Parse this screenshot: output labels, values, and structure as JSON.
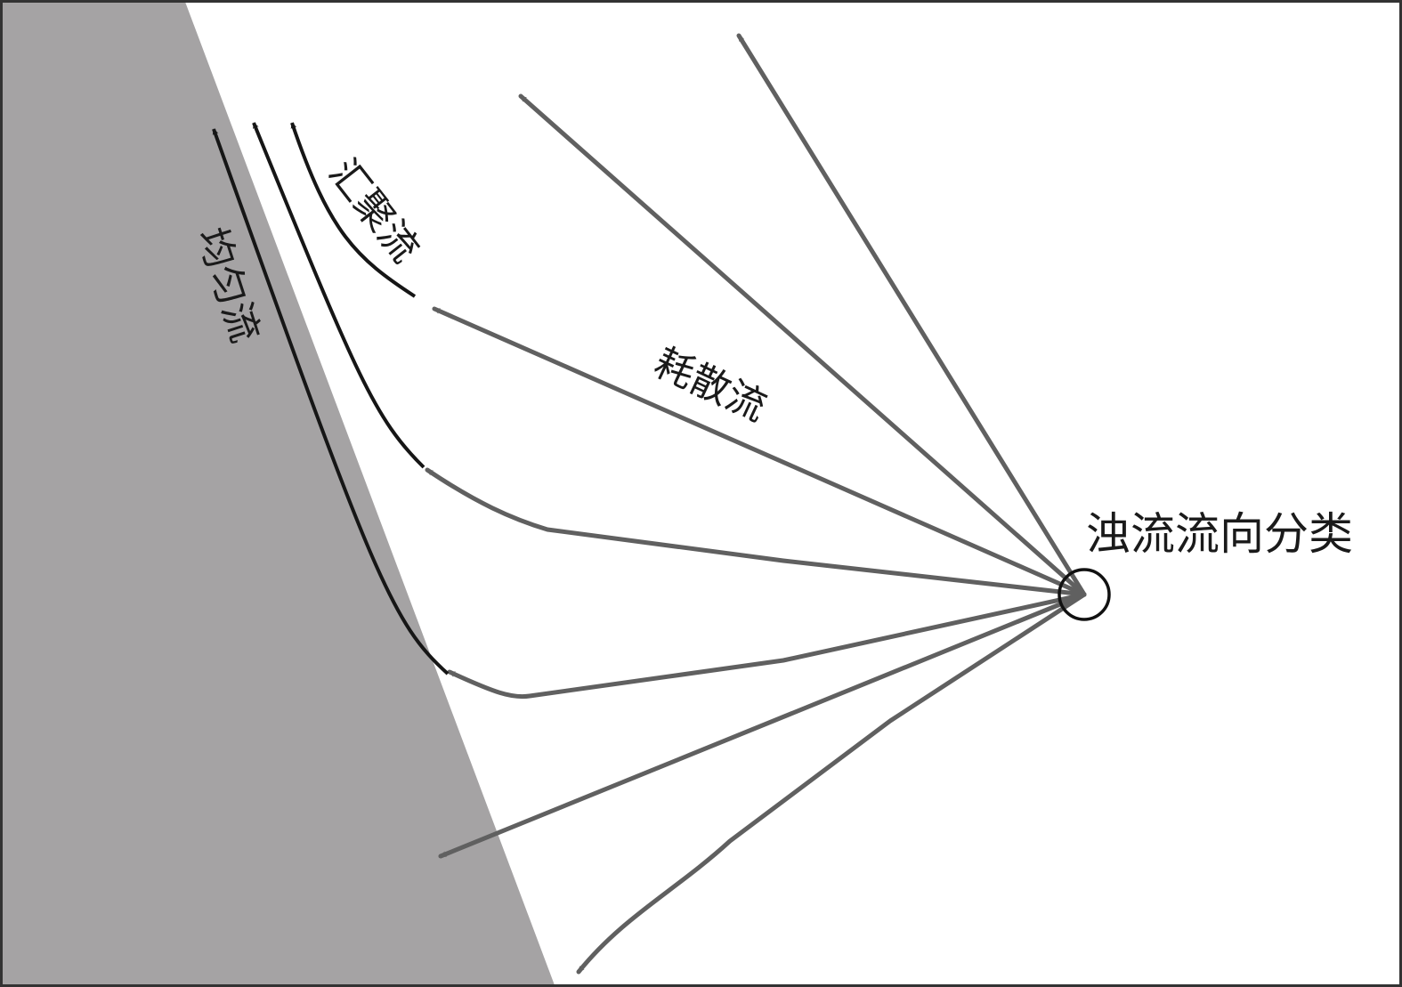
{
  "diagram": {
    "title": "浊流流向分类",
    "labels": {
      "convergent": "汇聚流",
      "uniform": "均匀流",
      "dissipative": "耗散流"
    },
    "colors": {
      "slope_fill": "#a5a3a4",
      "gray_arrow": "#606060",
      "black_arrow": "#161616",
      "border": "#333333"
    }
  }
}
